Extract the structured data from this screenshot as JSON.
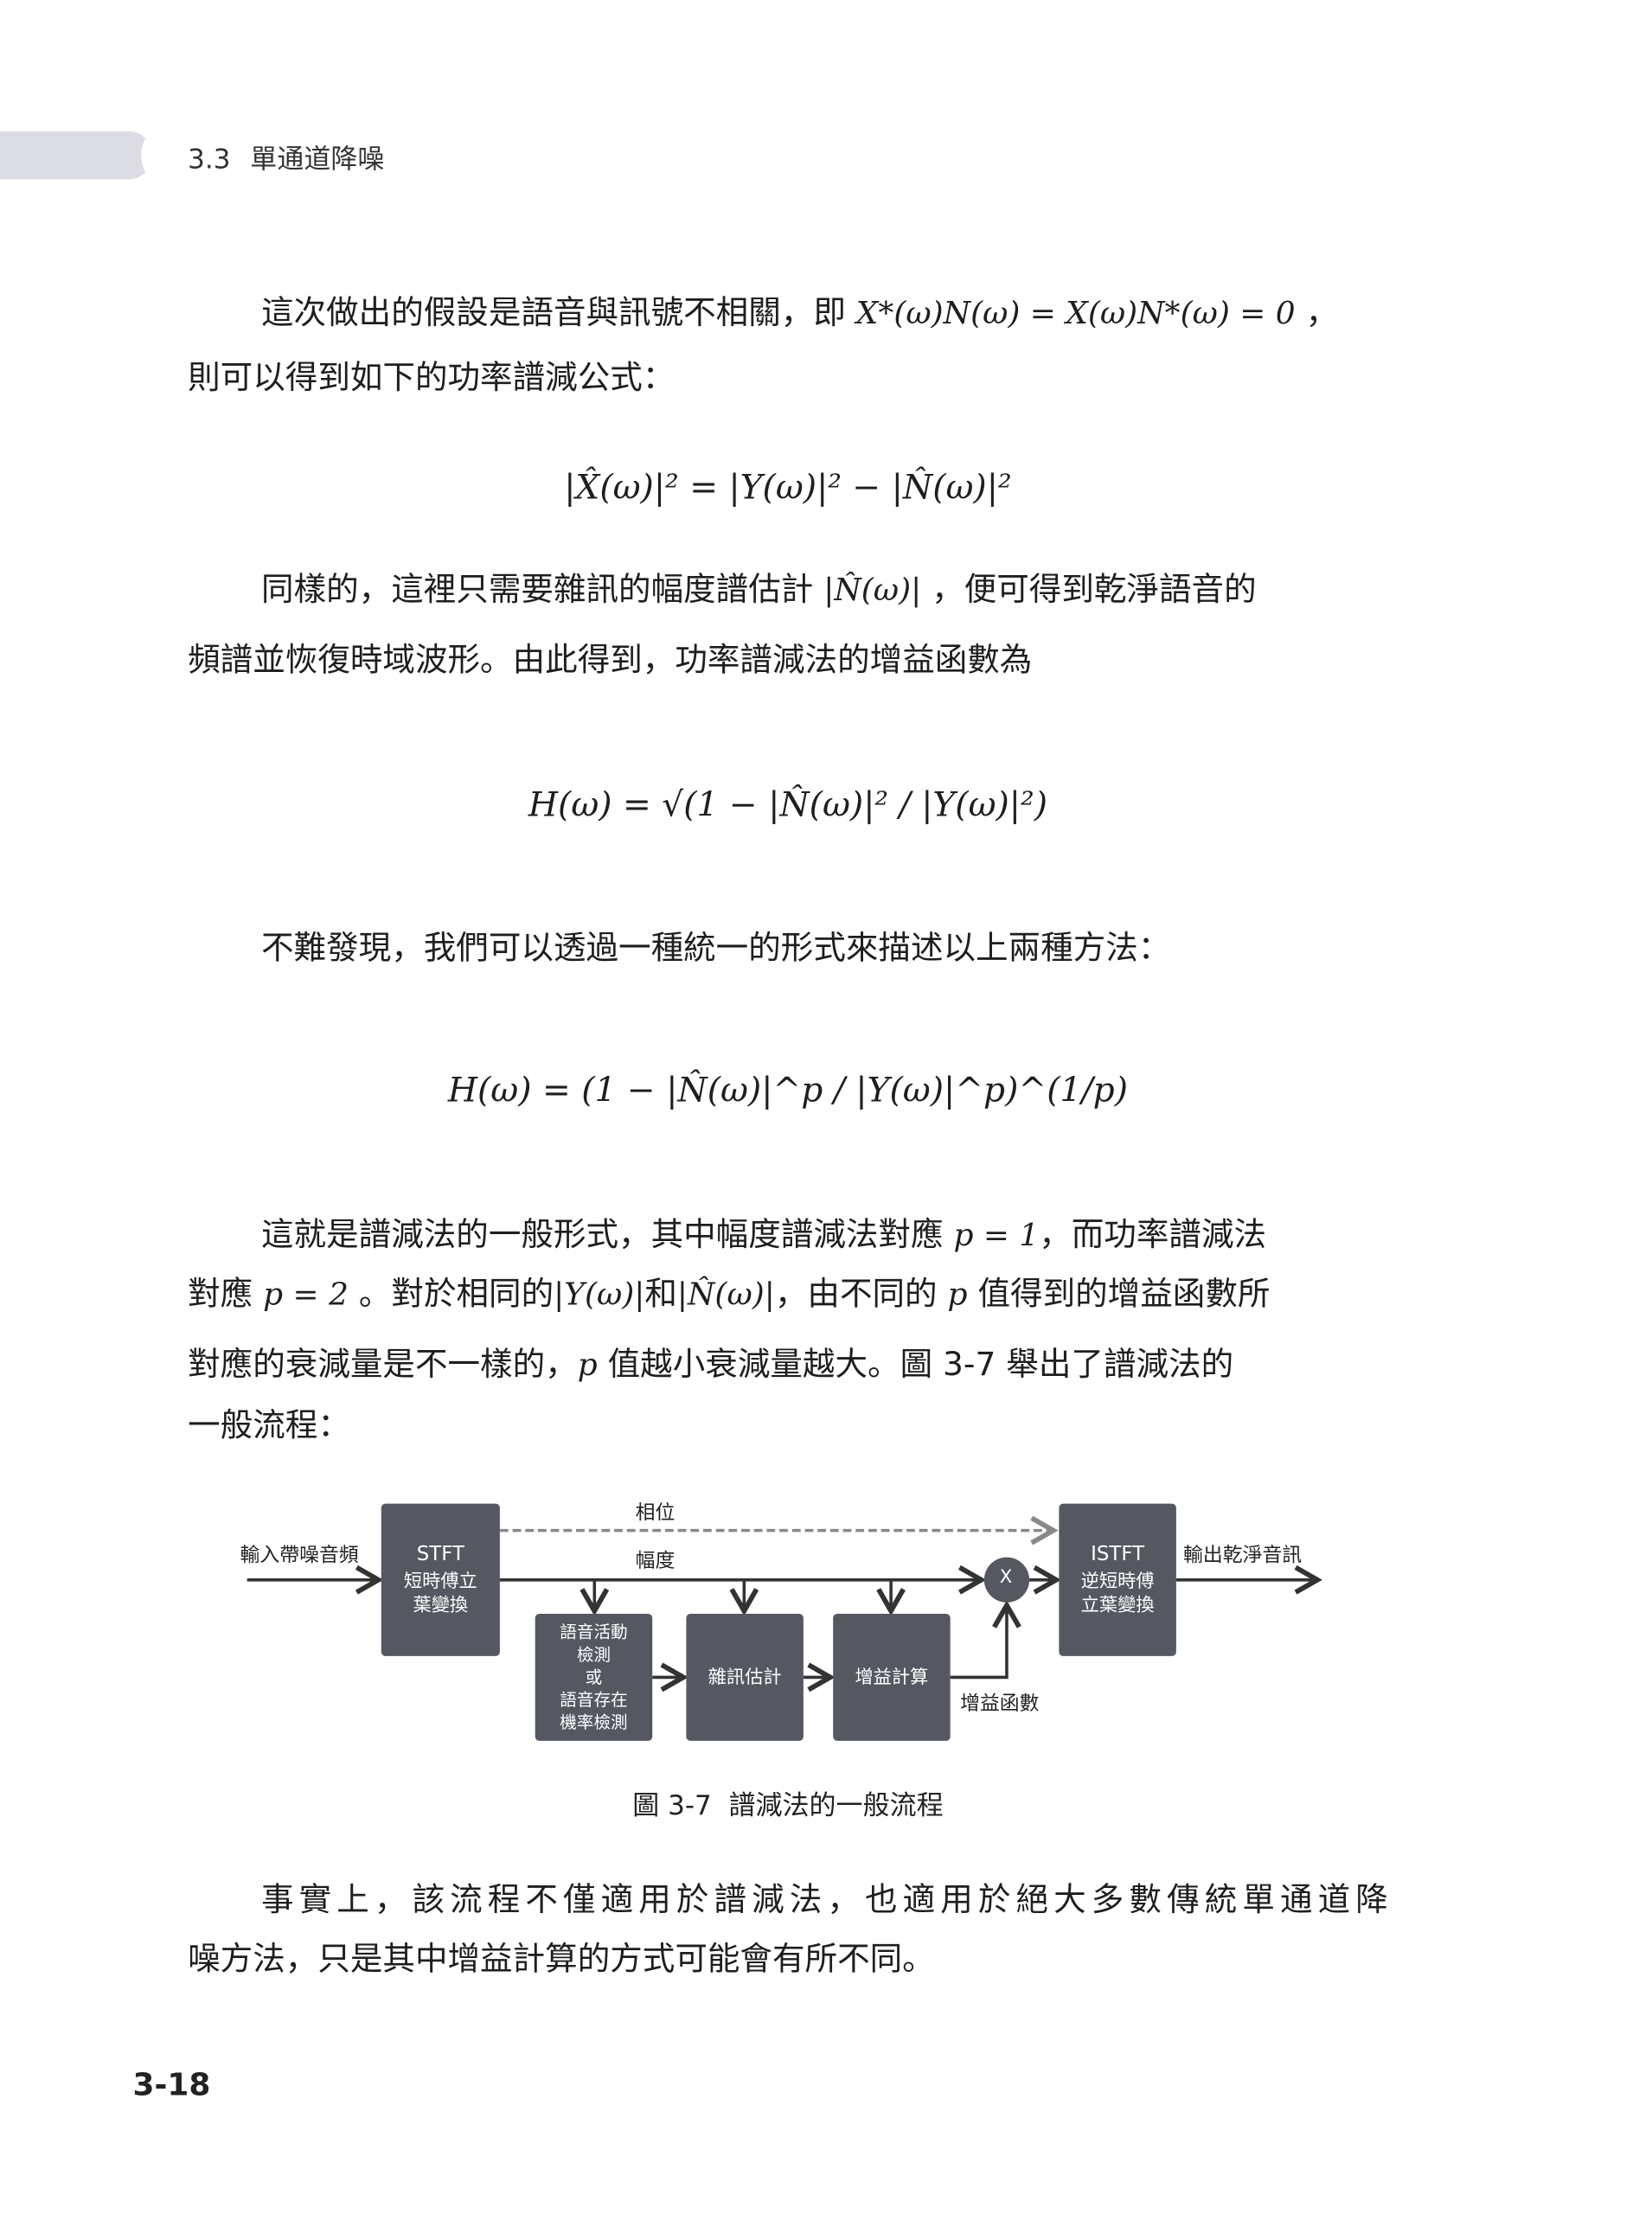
{
  "header": {
    "section_number": "3.3",
    "section_title": "單通道降噪"
  },
  "paragraphs": {
    "p1": {
      "a": "這次做出的假設是語音與訊號不相關，即",
      "math": "X*(ω)N(ω) = X(ω)N*(ω) = 0",
      "b": "，",
      "line2": "則可以得到如下的功率譜減公式："
    },
    "eq1": "|X̂(ω)|² = |Y(ω)|² − |N̂(ω)|²",
    "p2": {
      "a": "同樣的，這裡只需要雜訊的幅度譜估計",
      "math": "|N̂(ω)|",
      "b": "，便可得到乾淨語音的",
      "line2": "頻譜並恢復時域波形。由此得到，功率譜減法的增益函數為"
    },
    "eq2": "H(ω) = √(1 − |N̂(ω)|² / |Y(ω)|²)",
    "p3": "不難發現，我們可以透過一種統一的形式來描述以上兩種方法：",
    "eq3": "H(ω) = (1 − |N̂(ω)|^p / |Y(ω)|^p)^(1/p)",
    "p4": {
      "l1a": "這就是譜減法的一般形式，其中幅度譜減法對應",
      "l1m": "p = 1",
      "l1b": "，而功率譜減法",
      "l2a": "對應",
      "l2m": "p = 2",
      "l2b": "。對於相同的",
      "l2y": "|Y(ω)|",
      "l2c": "和",
      "l2n": "|N̂(ω)|",
      "l2d": "，由不同的",
      "l2p": "p",
      "l2e": "值得到的增益函數所",
      "l3a": "對應的衰減量是不一樣的，",
      "l3p": "p",
      "l3b": "值越小衰減量越大。圖 3-7 舉出了譜減法的",
      "l4": "一般流程："
    },
    "p5": {
      "line1": "事實上，該流程不僅適用於譜減法，也適用於絕大多數傳統單通道降",
      "line2": "噪方法，只是其中增益計算的方式可能會有所不同。"
    }
  },
  "diagram": {
    "input_label": "輸入帶噪音頻",
    "output_label": "輸出乾淨音訊",
    "phase_label": "相位",
    "magnitude_label": "幅度",
    "gain_function_label": "增益函數",
    "multiply_symbol": "X",
    "stft": {
      "title": "STFT",
      "l1": "短時傅立",
      "l2": "葉變換"
    },
    "istft": {
      "title": "ISTFT",
      "l1": "逆短時傅",
      "l2": "立葉變換"
    },
    "vad": {
      "l1": "語音活動",
      "l2": "檢測",
      "l3": "或",
      "l4": "語音存在",
      "l5": "機率檢測"
    },
    "noise_est": "雜訊估計",
    "gain_calc": "增益計算",
    "box_color": "#555861"
  },
  "caption": "圖 3-7  譜減法的一般流程",
  "page_number": "3-18"
}
